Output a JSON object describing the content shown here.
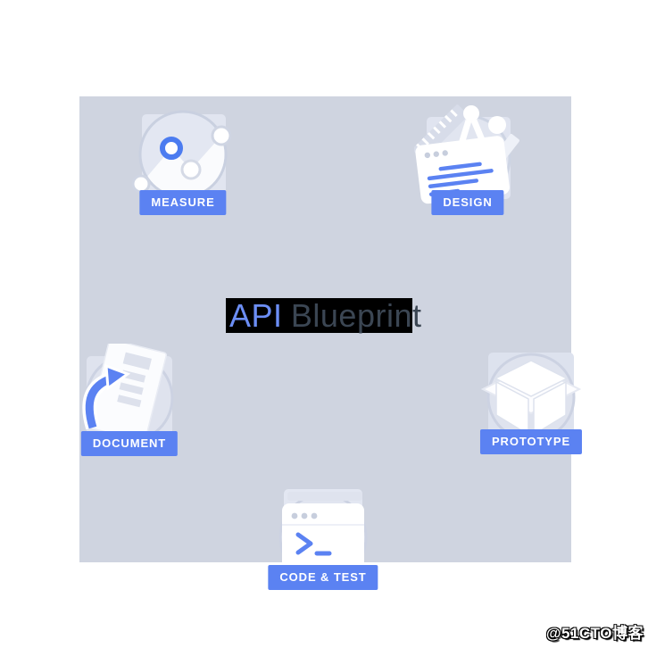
{
  "title": {
    "highlighted_prefix": "API",
    "highlighted_suffix": "Blueprint"
  },
  "stages": [
    {
      "label": "MEASURE",
      "icon": "line-chart-icon"
    },
    {
      "label": "DESIGN",
      "icon": "design-tools-window-icon"
    },
    {
      "label": "DOCUMENT",
      "icon": "document-share-arrow-icon"
    },
    {
      "label": "PROTOTYPE",
      "icon": "cube-3d-icon"
    },
    {
      "label": "CODE & TEST",
      "icon": "terminal-window-icon"
    }
  ],
  "watermark": {
    "text": "@51CTO博客"
  },
  "colors": {
    "page_bg": "#ffffff",
    "canvas_bg": "#cfd4e0",
    "accent_blue": "#5b82f2",
    "badge_text": "#ffffff",
    "title_highlight_bg": "#000000",
    "title_api": "#6c8ef5",
    "title_blueprint": "#3b4653",
    "icon_circle_fill": "#e1e5f0",
    "icon_circle_stroke": "#ccd2e2",
    "icon_backdrop": "#dfe3ee",
    "icon_white": "#ffffff",
    "icon_gray_detail": "#dde1ec",
    "icon_dot_gray": "#c7cedd"
  }
}
